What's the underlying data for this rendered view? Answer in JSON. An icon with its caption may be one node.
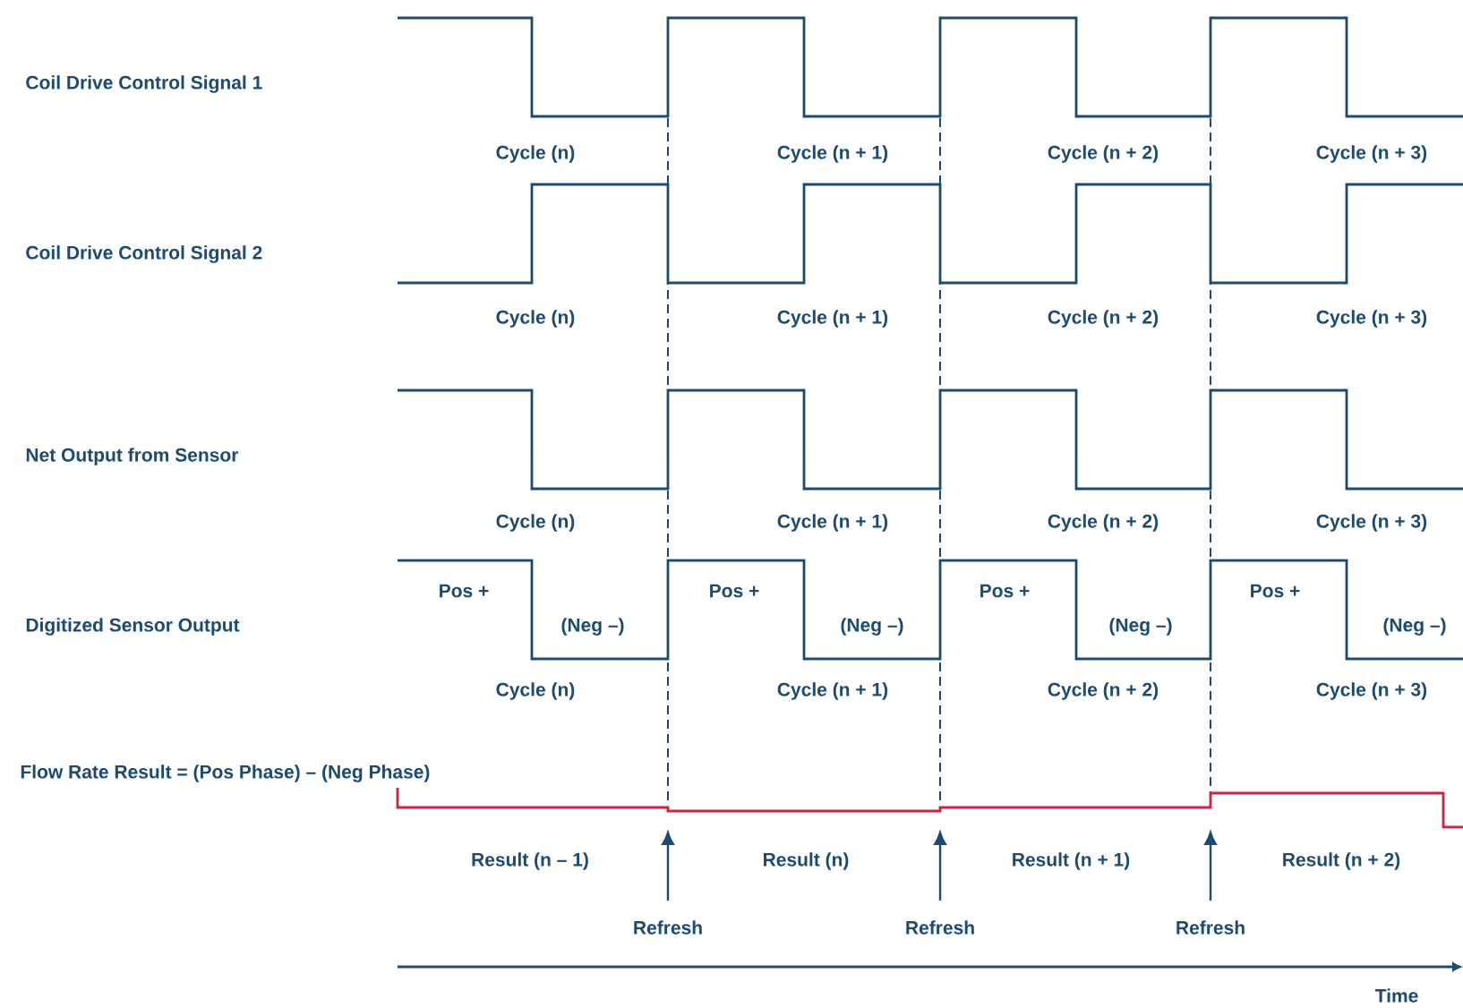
{
  "diagram": {
    "nodes": [
      {
        "text": [],
        "shape": "line"
      },
      {
        "text": [
          "Refresh"
        ]
      },
      {
        "text": [
          "Refresh"
        ]
      },
      {
        "text": [
          "Refresh"
        ]
      }
    ],
    "edges": [
      {
        "from": 1,
        "to": 0,
        "arrow": "to"
      },
      {
        "from": 2,
        "to": 0,
        "arrow": "to"
      },
      {
        "from": 3,
        "to": 0,
        "arrow": "to"
      }
    ],
    "labels": [
      "Coil Drive Control Signal 1",
      "Cycle (n)",
      "Cycle (n + 1)",
      "Cycle (n + 2)",
      "Cycle (n + 3)",
      "Coil Drive Control Signal 2",
      "Cycle (n)",
      "Cycle (n + 1)",
      "Cycle (n + 2)",
      "Cycle (n + 3)",
      "Net Output from Sensor",
      "Cycle (n)",
      "Cycle (n + 1)",
      "Cycle (n + 2)",
      "Cycle (n + 3)",
      "Pos +",
      "Pos +",
      "Pos +",
      "Pos +",
      "Digitized Sensor Output",
      "(Neg –)",
      "(Neg –)",
      "(Neg –)",
      "(Neg –)",
      "Cycle (n)",
      "Cycle (n + 1)",
      "Cycle (n + 2)",
      "Cycle (n + 3)",
      "Flow Rate Result = (Pos Phase) – (Neg Phase)",
      "Result (n – 1)",
      "Result (n)",
      "Result (n + 1)",
      "Result (n + 2)",
      "Time"
    ]
  }
}
